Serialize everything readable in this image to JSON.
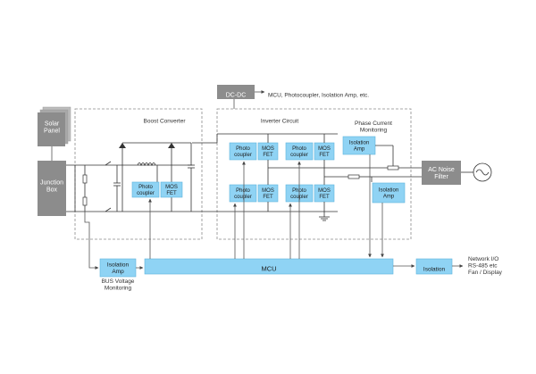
{
  "source": {
    "solar_panel": "Solar\nPanel",
    "junction_box": "Junction\nBox"
  },
  "dcdc": {
    "label": "DC-DC",
    "note": "MCU, Photocoupler, Isolation Amp, etc."
  },
  "boost_converter": {
    "title": "Boost Converter",
    "photo_coupler": "Photo\ncoupler",
    "mos_fet": "MOS\nFET"
  },
  "inverter": {
    "title": "Inverter Circuit",
    "photo_coupler": "Photo\ncoupler",
    "mos_fet": "MOS\nFET"
  },
  "phase_current": {
    "title": "Phase Current\nMonitoring",
    "isolation_amp": "Isolation\nAmp"
  },
  "output": {
    "isolation_amp": "Isolation\nAmp",
    "ac_noise_filter": "AC Noise\nFilter"
  },
  "bus_voltage": {
    "isolation_amp": "Isolation\nAmp",
    "label": "BUS Voltage\nMonitoring"
  },
  "mcu": {
    "label": "MCU"
  },
  "isolation": {
    "label": "Isolation"
  },
  "io": {
    "label": "Network I/O\nRS-485 etc\nFan / Display"
  },
  "colors": {
    "block_blue": "#8fd3f4",
    "block_gray": "#8c8c8c",
    "dashed": "#8a8a8a"
  }
}
